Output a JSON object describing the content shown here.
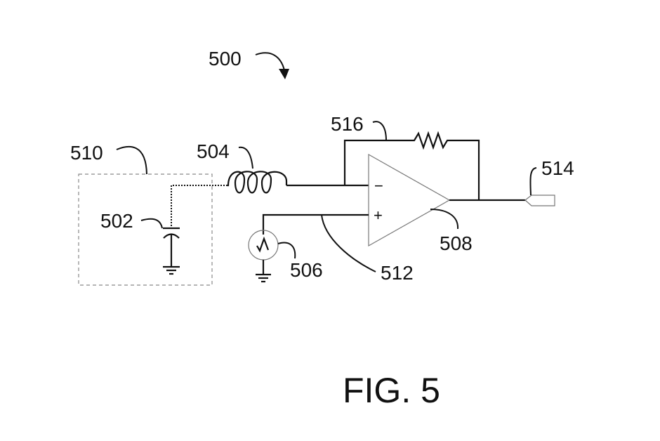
{
  "figure": {
    "title": "FIG. 5",
    "reference": "500"
  },
  "labels": {
    "system": "500",
    "capacitor": "502",
    "inductor": "504",
    "source": "506",
    "opamp": "508",
    "sensor_region": "510",
    "noninverting_line": "512",
    "output": "514",
    "feedback_resistor": "516"
  },
  "opamp_pins": {
    "inverting": "−",
    "noninverting": "+"
  },
  "colors": {
    "ink": "#111111",
    "thin_outline": "#777777",
    "dashed_box": "#888888",
    "background": "#ffffff"
  }
}
